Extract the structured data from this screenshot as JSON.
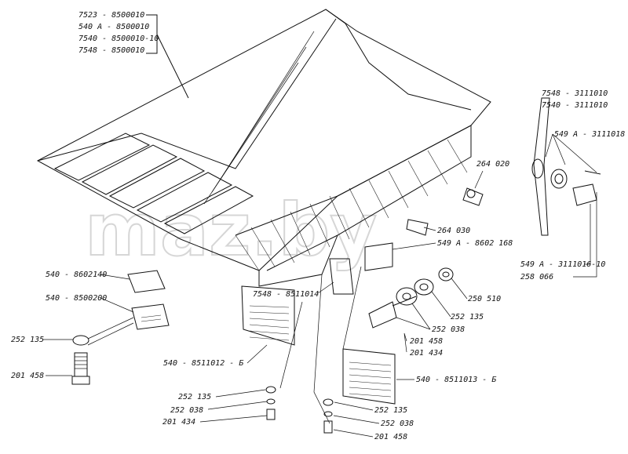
{
  "watermark": "maz.by",
  "callouts": {
    "dump_body_1": "7523 - 8500010",
    "dump_body_2": "540 А - 8500010",
    "dump_body_3": "7540 - 8500010-10",
    "dump_body_4": "7548 - 8500010",
    "lever_1": "7548 - 3111010",
    "lever_2": "7540 - 3111010",
    "axle_pin": "549 А - 3111018",
    "pin_bolt": "549 А - 3111016-10",
    "washer_right": "258 066",
    "fitting": "264 020",
    "fitting_2": "264 030",
    "bracket_pad": "549 А - 8602 168",
    "plate_left": "540 - 8602140",
    "block_left": "540 - 8500200",
    "washer_left": "252 135",
    "bolt_left": "201 458",
    "mudguard_left": "540 - 8511012 - Б",
    "bracket_center": "7548 - 8511014",
    "nut_center": "252 135",
    "washer_center": "252 038",
    "bolt_center": "201 434",
    "nut_r1": "250 510",
    "washer_r1": "252 135",
    "washer_r2": "252 038",
    "bolt_r1": "201 458",
    "bolt_r2": "201 434",
    "mudguard_right": "540 - 8511013 - Б",
    "nut_bottom": "252 135",
    "washer_bottom": "252 038",
    "bolt_bottom": "201 458"
  }
}
